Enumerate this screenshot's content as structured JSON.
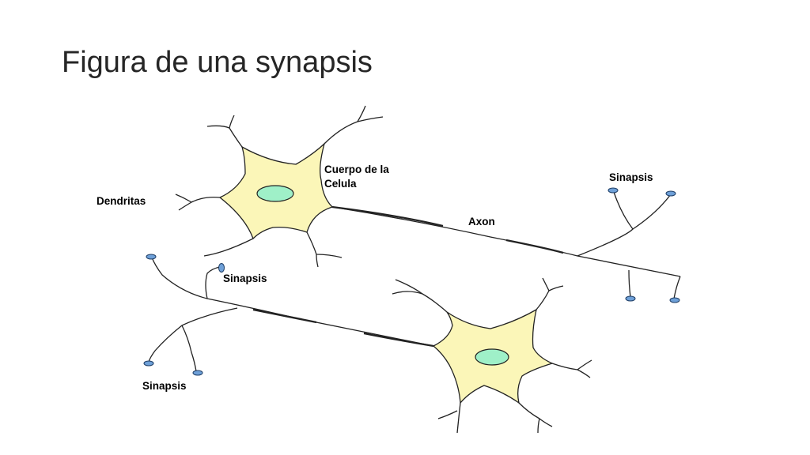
{
  "slide": {
    "title": "Figura de una synapsis"
  },
  "diagram": {
    "labels": {
      "dendrites": "Dendritas",
      "cell_body_line1": "Cuerpo de la",
      "cell_body_line2": "Celula",
      "axon": "Axon",
      "synapse_top_right": "Sinapsis",
      "synapse_middle": "Sinapsis",
      "synapse_bottom_left": "Sinapsis"
    },
    "colors": {
      "soma_fill": "#fbf6b8",
      "nucleus_fill": "#9ff0c8",
      "terminal_fill": "#6ea0d8",
      "line": "#222222"
    }
  }
}
